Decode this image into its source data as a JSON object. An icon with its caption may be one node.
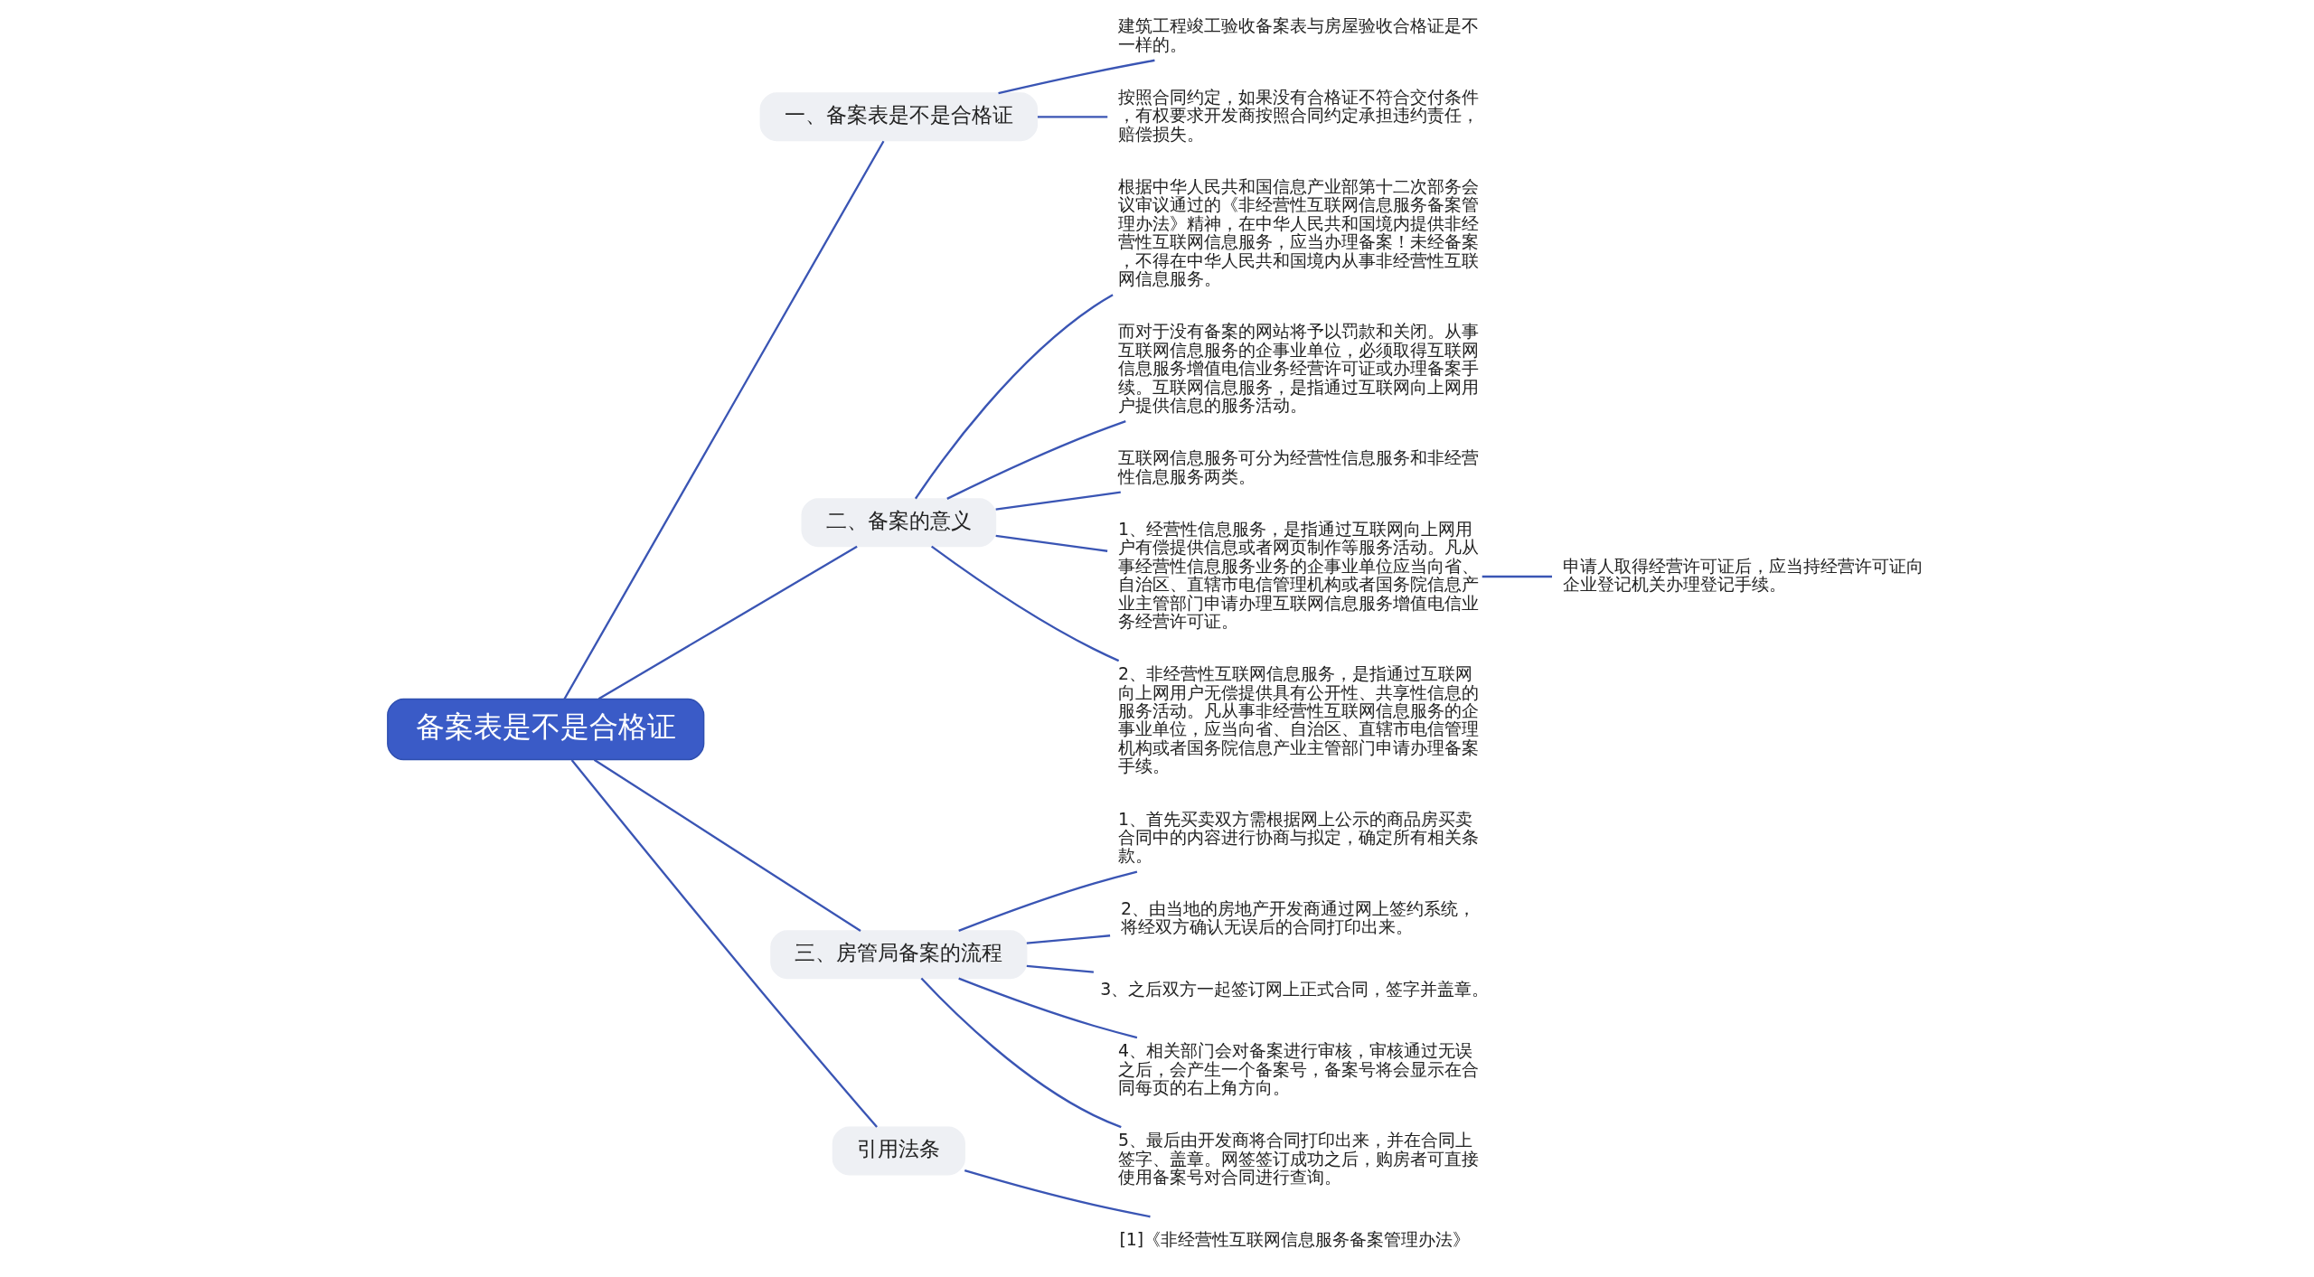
{
  "diagram": {
    "nodes": [
      {
        "text": [
          "备案表是不是合格证"
        ]
      },
      {
        "text": [
          "一、备案表是不是合格证"
        ]
      },
      {
        "text": [
          "建筑工程竣工验收备案表与房屋验收合格证是不一样的。"
        ]
      },
      {
        "text": [
          "按照合同约定，如果没有合格证不符合交付条件，有权要求开发商按照合同约定承担违约责任，赔偿损失。"
        ]
      },
      {
        "text": [
          "二、备案的意义"
        ]
      },
      {
        "text": [
          "根据中华人民共和国信息产业部第十二次部务会议审议通过的《非经营性互联网信息服务备案管理办法》精神，在中华人民共和国境内提供非经营性互联网信息服务，应当办理备案！未经备案，不得在中华人民共和国境内从事非经营性互联网信息服务。"
        ]
      },
      {
        "text": [
          "而对于没有备案的网站将予以罚款和关闭。从事互联网信息服务的企事业单位，必须取得互联网信息服务增值电信业务经营许可证或办理备案手续。互联网信息服务，是指通过互联网向上网用户提供信息的服务活动。"
        ]
      },
      {
        "text": [
          "互联网信息服务可分为经营性信息服务和非经营性信息服务两类。"
        ]
      },
      {
        "text": [
          "1、经营性信息服务，是指通过互联网向上网用户有偿提供信息或者网页制作等服务活动。凡从事经营性信息服务业务的企事业单位应当向省、自治区、直辖市电信管理机构或者国务院信息产业主管部门申请办理互联网信息服务增值电信业务经营许可证。"
        ]
      },
      {
        "text": [
          "2、非经营性互联网信息服务，是指通过互联网向上网用户无偿提供具有公开性、共享性信息的服务活动。凡从事非经营性互联网信息服务的企事业单位，应当向省、自治区、直辖市电信管理机构或者国务院信息产业主管部门申请办理备案手续。"
        ]
      },
      {
        "text": [
          "申请人取得经营许可证后，应当持经营许可证向企业登记机关办理登记手续。"
        ]
      },
      {
        "text": [
          "三、房管局备案的流程"
        ]
      },
      {
        "text": [
          "1、首先买卖双方需根据网上公示的商品房买卖合同中的内容进行协商与拟定，确定所有相关条款。"
        ]
      },
      {
        "text": [
          "2、由当地的房地产开发商通过网上签约系统，将经双方确认无误后的合同打印出来。"
        ]
      },
      {
        "text": [
          "3、之后双方一起签订网上正式合同，签字并盖章。"
        ]
      },
      {
        "text": [
          "4、相关部门会对备案进行审核，审核通过无误之后，会产生一个备案号，备案号将会显示在合同每页的右上角方向。"
        ]
      },
      {
        "text": [
          "5、最后由开发商将合同打印出来，并在合同上签字、盖章。网签签订成功之后，购房者可直接使用备案号对合同进行查询。"
        ]
      },
      {
        "text": [
          "引用法条"
        ]
      },
      {
        "text": [
          "[1]《非经营性互联网信息服务备案管理办法》"
        ]
      }
    ],
    "edges": [
      {
        "from": 0,
        "to": 1,
        "arrow": "none"
      },
      {
        "from": 1,
        "to": 2,
        "arrow": "none"
      },
      {
        "from": 1,
        "to": 3,
        "arrow": "none"
      },
      {
        "from": 0,
        "to": 4,
        "arrow": "none"
      },
      {
        "from": 4,
        "to": 5,
        "arrow": "none"
      },
      {
        "from": 4,
        "to": 6,
        "arrow": "none"
      },
      {
        "from": 4,
        "to": 7,
        "arrow": "none"
      },
      {
        "from": 4,
        "to": 8,
        "arrow": "none"
      },
      {
        "from": 4,
        "to": 9,
        "arrow": "none"
      },
      {
        "from": 8,
        "to": 10,
        "arrow": "none"
      },
      {
        "from": 0,
        "to": 11,
        "arrow": "none"
      },
      {
        "from": 11,
        "to": 12,
        "arrow": "none"
      },
      {
        "from": 11,
        "to": 13,
        "arrow": "none"
      },
      {
        "from": 11,
        "to": 14,
        "arrow": "none"
      },
      {
        "from": 11,
        "to": 15,
        "arrow": "none"
      },
      {
        "from": 11,
        "to": 16,
        "arrow": "none"
      },
      {
        "from": 0,
        "to": 17,
        "arrow": "none"
      },
      {
        "from": 17,
        "to": 18,
        "arrow": "none"
      }
    ]
  }
}
